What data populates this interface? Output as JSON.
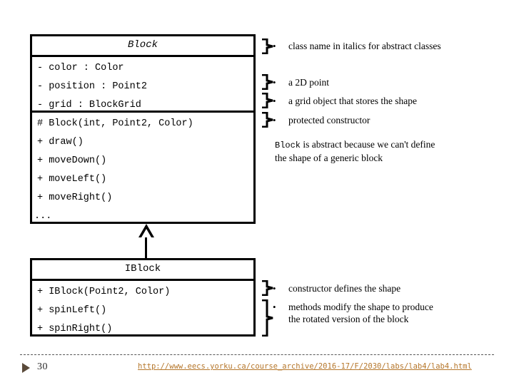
{
  "slide": {
    "page_number": "30",
    "reference_url": "http://www.eecs.yorku.ca/course_archive/2016-17/F/2030/labs/lab4/lab4.html",
    "colors": {
      "line": "#000000",
      "background": "#ffffff",
      "link": "#b5762a",
      "footer_rule": "#555555",
      "footer_marker": "#5a4a3a"
    }
  },
  "diagram": {
    "type": "uml-class-diagram",
    "relationship": "generalization",
    "classes": [
      {
        "name": "Block",
        "is_abstract": true,
        "attributes": [
          "- color : Color",
          "- position : Point2",
          "- grid : BlockGrid"
        ],
        "operations": [
          "# Block(int, Point2, Color)",
          "+ draw()",
          "+ moveDown()",
          "+ moveLeft()",
          "+ moveRight()",
          "..."
        ]
      },
      {
        "name": "IBlock",
        "is_abstract": false,
        "attributes": [],
        "operations": [
          "+ IBlock(Point2, Color)",
          "+ spinLeft()",
          "+ spinRight()"
        ]
      }
    ]
  },
  "annotations": {
    "bullet_glyph": "•",
    "block_callouts": [
      {
        "text": "class name in italics for abstract classes"
      },
      {
        "text": "a 2D point"
      },
      {
        "text": "a grid object that stores the shape"
      },
      {
        "text": "protected constructor"
      }
    ],
    "block_note": {
      "mono_lead": "Block",
      "rest_line1": " is abstract because we can't define",
      "line2": "the shape of a generic block"
    },
    "iblock_callouts": [
      {
        "text": "constructor defines the shape"
      },
      {
        "text": "methods modify the shape to produce"
      },
      {
        "text": "the rotated version of the block"
      }
    ]
  }
}
